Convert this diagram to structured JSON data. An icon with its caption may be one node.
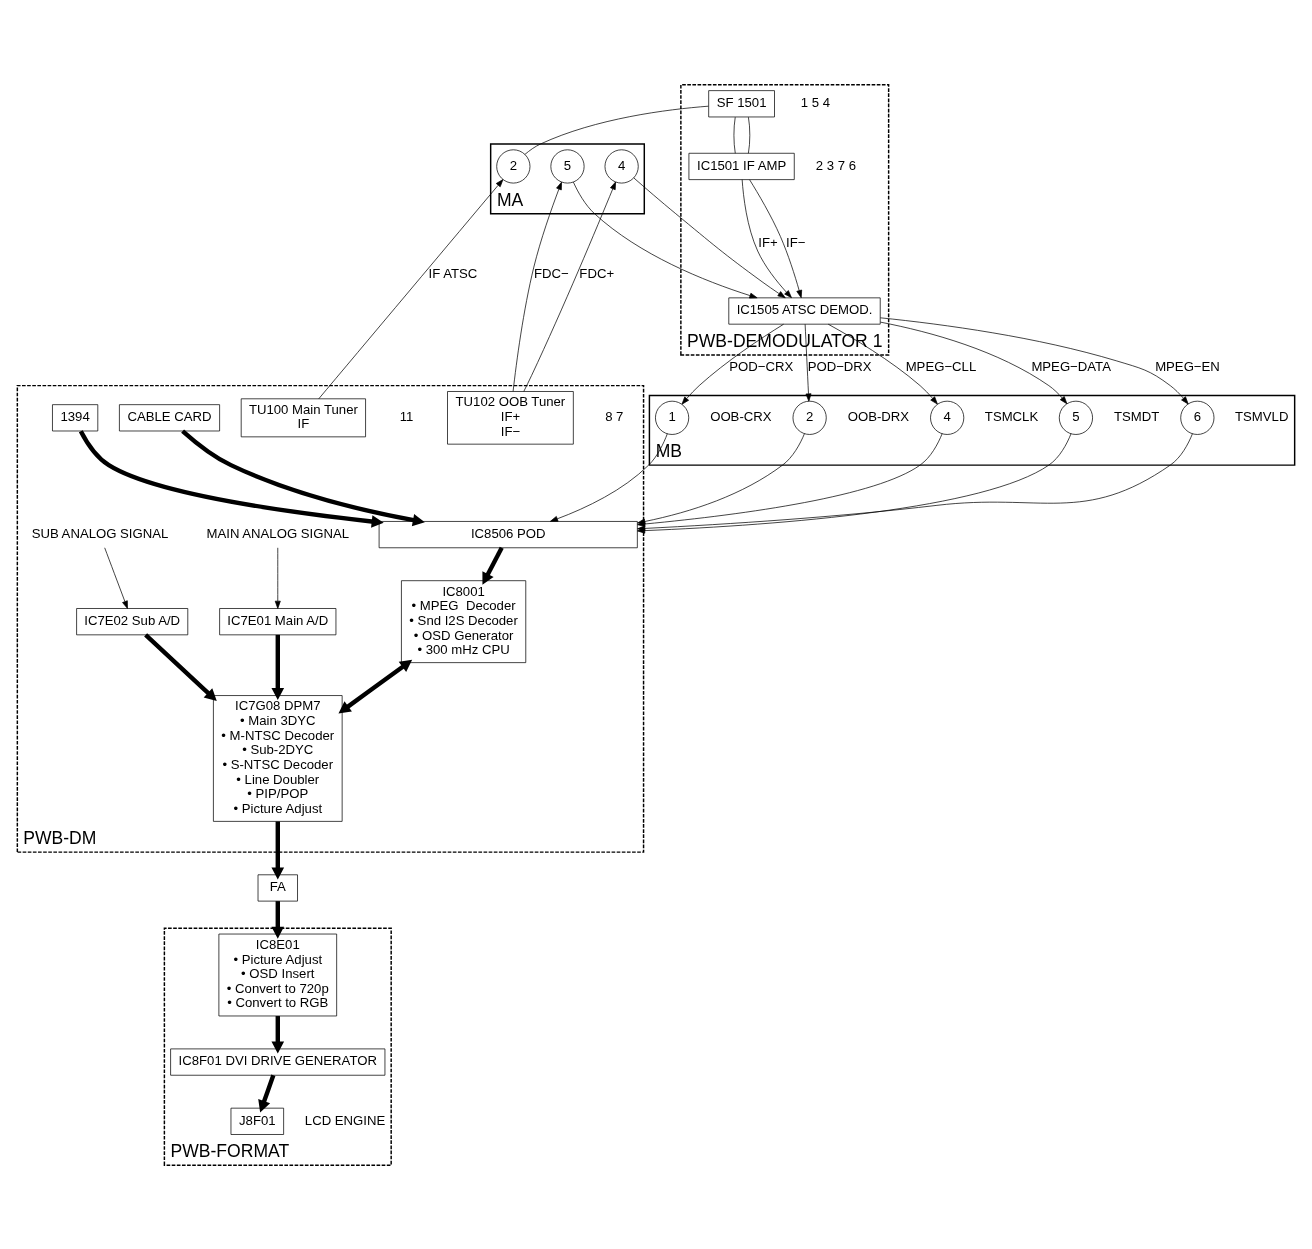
{
  "diagram": {
    "nodes": [
      {
        "text": [
          "PWB-DM"
        ]
      },
      {
        "text": [
          "TU100 Main Tuner",
          "IF"
        ],
        "beside": [
          "11"
        ],
        "in": 0
      },
      {
        "text": [
          "TU102 OOB Tuner",
          "IF+",
          "IF−"
        ],
        "beside": [
          "8",
          "7"
        ],
        "in": 0
      },
      {
        "text": [
          "1394"
        ],
        "in": 0
      },
      {
        "text": [
          "CABLE CARD"
        ],
        "in": 0
      },
      {
        "text": [
          "IC8506 POD"
        ],
        "in": 0
      },
      {
        "text": [
          "IC8001",
          "• MPEG  Decoder",
          "• Snd I2S Decoder",
          "• OSD Generator",
          "• 300 mHz CPU"
        ],
        "in": 0
      },
      {
        "text": [
          "MAIN ANALOG SIGNAL"
        ],
        "in": 0
      },
      {
        "text": [
          "IC7E01 Main A/D"
        ],
        "in": 0
      },
      {
        "text": [
          "SUB ANALOG SIGNAL"
        ],
        "in": 0
      },
      {
        "text": [
          "IC7E02 Sub A/D"
        ],
        "in": 0
      },
      {
        "text": [
          "IC7G08 DPM7",
          "• Main 3DYC",
          "• M-NTSC Decoder",
          "• Sub-2DYC",
          "• S-NTSC Decoder",
          "• Line Doubler",
          "• PIP/POP",
          "• Picture Adjust"
        ],
        "in": 0
      },
      {
        "text": [
          "MA"
        ]
      },
      {
        "text": [
          "2"
        ],
        "in": 12
      },
      {
        "text": [
          "4"
        ],
        "in": 12
      },
      {
        "text": [
          "5"
        ],
        "in": 12
      },
      {
        "text": [
          "MB"
        ]
      },
      {
        "text": [
          "1"
        ],
        "in": 16,
        "beside": [
          "OOB-CRX"
        ]
      },
      {
        "text": [
          "2"
        ],
        "in": 16,
        "beside": [
          "OOB-DRX"
        ]
      },
      {
        "text": [
          "4"
        ],
        "in": 16,
        "beside": [
          "TSMCLK"
        ]
      },
      {
        "text": [
          "5"
        ],
        "in": 16,
        "beside": [
          "TSMDT"
        ]
      },
      {
        "text": [
          "6"
        ],
        "in": 16,
        "beside": [
          "TSMVLD"
        ]
      },
      {
        "text": [
          "PWB-DEMODULATOR 1"
        ]
      },
      {
        "text": [
          "SF 1501"
        ],
        "beside": [
          "1",
          "5",
          "4"
        ],
        "in": 22
      },
      {
        "text": [
          "IC1501 IF AMP"
        ],
        "beside": [
          "2",
          "3",
          "7",
          "6"
        ],
        "in": 22
      },
      {
        "text": [
          "IC1505 ATSC DEMOD."
        ],
        "in": 22
      },
      {
        "text": [
          "FA"
        ]
      },
      {
        "text": [
          "PWB-FORMAT"
        ]
      },
      {
        "text": [
          "IC8E01",
          "• Picture Adjust",
          "• OSD Insert",
          "• Convert to 720p",
          "• Convert to RGB"
        ],
        "in": 27
      },
      {
        "text": [
          "IC8F01 DVI DRIVE GENERATOR"
        ],
        "in": 27
      },
      {
        "text": [
          "J8F01"
        ],
        "beside": [
          "LCD ENGINE"
        ],
        "in": 27
      }
    ],
    "edges": [
      {
        "from": 1,
        "to": 13,
        "arrow": "to",
        "label": "IF ATSC"
      },
      {
        "from": 2,
        "to": 14,
        "arrow": "to",
        "label": "FDC+"
      },
      {
        "from": 2,
        "to": 15,
        "arrow": "to",
        "label": "FDC−"
      },
      {
        "from": 13,
        "to": 23,
        "arrow": "none"
      },
      {
        "from": 23,
        "to": 24,
        "arrow": "none"
      },
      {
        "from": 23,
        "to": 24,
        "arrow": "none"
      },
      {
        "from": 24,
        "to": 25,
        "arrow": "to",
        "label": "IF+"
      },
      {
        "from": 24,
        "to": 25,
        "arrow": "to",
        "label": "IF−"
      },
      {
        "from": 14,
        "to": 25,
        "arrow": "to"
      },
      {
        "from": 15,
        "to": 25,
        "arrow": "to"
      },
      {
        "from": 25,
        "to": 17,
        "arrow": "to",
        "label": "POD−CRX"
      },
      {
        "from": 25,
        "to": 18,
        "arrow": "to",
        "label": "POD−DRX"
      },
      {
        "from": 25,
        "to": 19,
        "arrow": "to",
        "label": "MPEG−CLL"
      },
      {
        "from": 25,
        "to": 20,
        "arrow": "to",
        "label": "MPEG−DATA"
      },
      {
        "from": 25,
        "to": 21,
        "arrow": "to",
        "label": "MPEG−EN"
      },
      {
        "from": 17,
        "to": 5,
        "arrow": "to"
      },
      {
        "from": 18,
        "to": 5,
        "arrow": "to"
      },
      {
        "from": 19,
        "to": 5,
        "arrow": "to"
      },
      {
        "from": 20,
        "to": 5,
        "arrow": "to"
      },
      {
        "from": 21,
        "to": 5,
        "arrow": "to"
      },
      {
        "from": 3,
        "to": 5,
        "arrow": "to",
        "style": "thick"
      },
      {
        "from": 4,
        "to": 5,
        "arrow": "to",
        "style": "thick"
      },
      {
        "from": 5,
        "to": 6,
        "arrow": "to",
        "style": "thick"
      },
      {
        "from": 6,
        "to": 11,
        "arrow": "both",
        "style": "thick"
      },
      {
        "from": 7,
        "to": 8,
        "arrow": "to"
      },
      {
        "from": 9,
        "to": 10,
        "arrow": "to"
      },
      {
        "from": 8,
        "to": 11,
        "arrow": "to",
        "style": "thick"
      },
      {
        "from": 10,
        "to": 11,
        "arrow": "to",
        "style": "thick"
      },
      {
        "from": 11,
        "to": 26,
        "arrow": "to",
        "style": "thick"
      },
      {
        "from": 26,
        "to": 28,
        "arrow": "to",
        "style": "thick"
      },
      {
        "from": 28,
        "to": 29,
        "arrow": "to",
        "style": "thick"
      },
      {
        "from": 29,
        "to": 30,
        "arrow": "to",
        "style": "thick"
      }
    ]
  }
}
